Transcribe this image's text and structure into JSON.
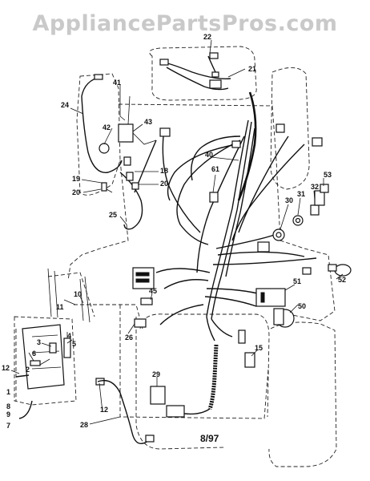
{
  "watermark": "AppliancePartsPros.com",
  "diagram_code": "8/97",
  "callouts": {
    "c1": "1",
    "c2": "2",
    "c3": "3",
    "c4": "4",
    "c5": "5",
    "c6": "6",
    "c7": "7",
    "c8": "8",
    "c9": "9",
    "c10": "10",
    "c11": "11",
    "c12a": "12",
    "c12b": "12",
    "c15": "15",
    "c18": "18",
    "c19": "19",
    "c20a": "20",
    "c20b": "20",
    "c21": "21",
    "c22": "22",
    "c24": "24",
    "c25": "25",
    "c26": "26",
    "c28": "28",
    "c29": "29",
    "c30": "30",
    "c31": "31",
    "c32": "32",
    "c40": "40",
    "c41": "41",
    "c42": "42",
    "c43": "43",
    "c45": "45",
    "c50": "50",
    "c51": "51",
    "c52": "52",
    "c53": "53",
    "c61": "61"
  }
}
